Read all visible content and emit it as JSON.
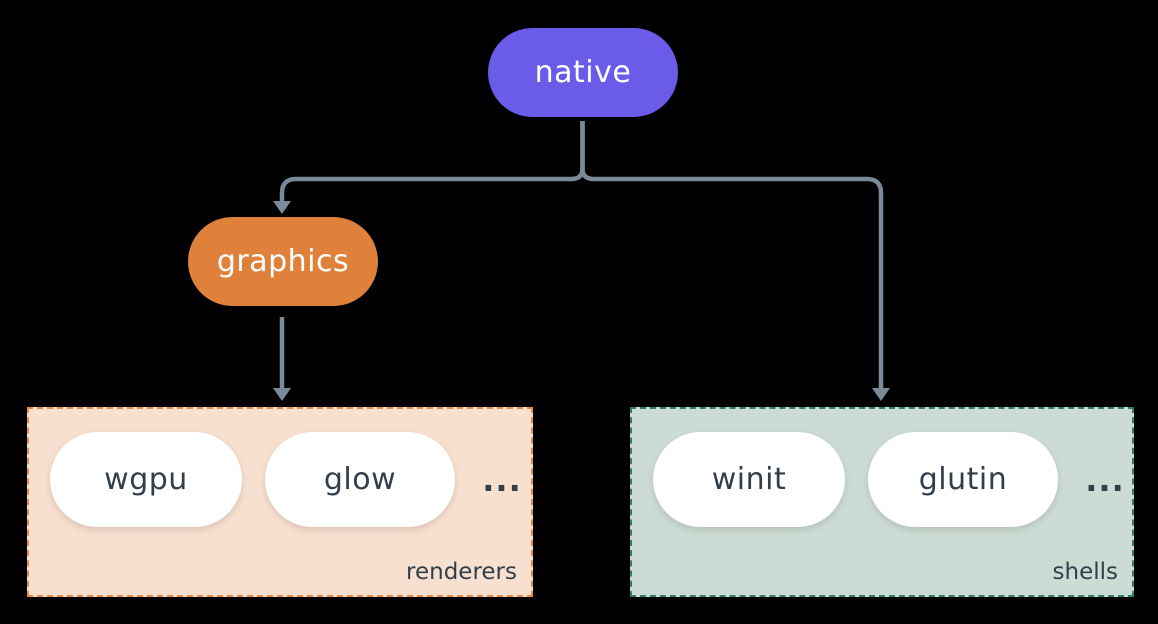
{
  "diagram": {
    "type": "tree",
    "nodes": {
      "native": {
        "label": "native"
      },
      "graphics": {
        "label": "graphics"
      }
    },
    "groups": {
      "renderers": {
        "label": "renderers",
        "items": [
          {
            "label": "wgpu"
          },
          {
            "label": "glow"
          }
        ],
        "ellipsis": "..."
      },
      "shells": {
        "label": "shells",
        "items": [
          {
            "label": "winit"
          },
          {
            "label": "glutin"
          }
        ],
        "ellipsis": "..."
      }
    },
    "edges": [
      {
        "from": "native",
        "to": "graphics"
      },
      {
        "from": "native",
        "to": "shells"
      },
      {
        "from": "graphics",
        "to": "renderers"
      }
    ]
  },
  "colors": {
    "background": "#000000",
    "native_fill": "#6A5BE8",
    "graphics_fill": "#E0813B",
    "connector": "#7B8A99",
    "renderers_fill": "#F8E0D0",
    "renderers_border": "#E78A42",
    "shells_fill": "#CCDCD4",
    "shells_border": "#2F7E6C",
    "pill_fill": "#FFFFFF",
    "pill_text": "#313F4C",
    "node_text": "#FFFFFF"
  }
}
